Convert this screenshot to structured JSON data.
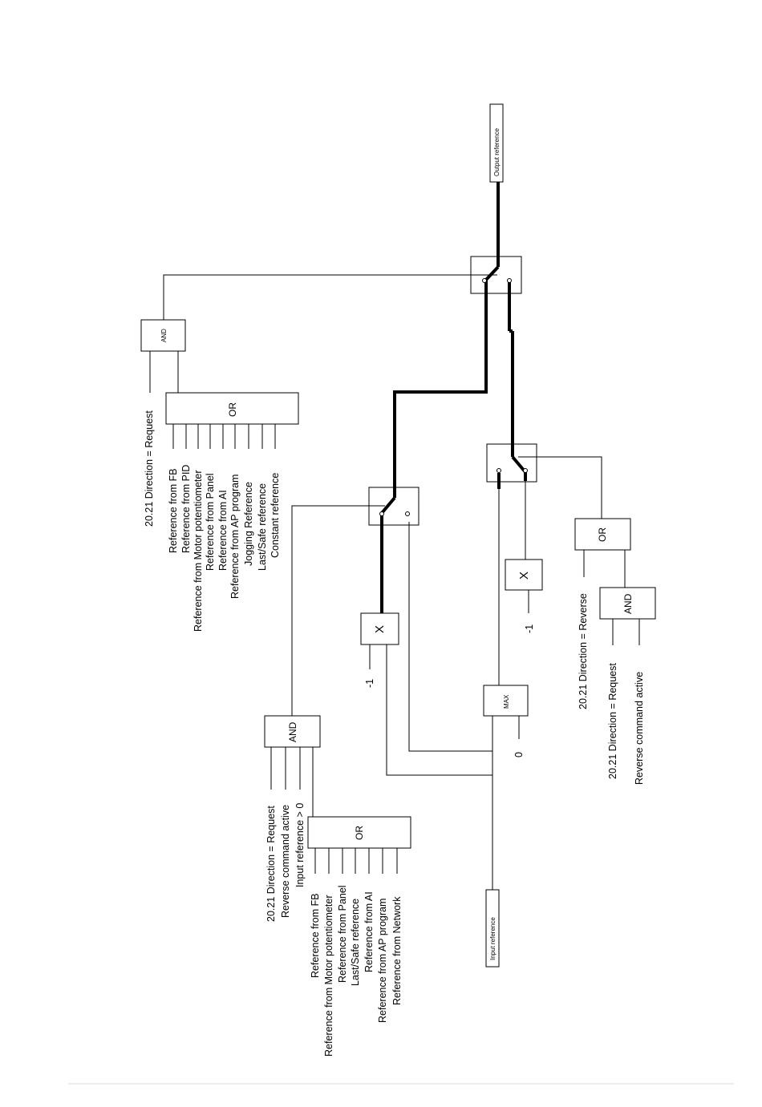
{
  "output_reference": "Output reference",
  "input_reference": "Input reference",
  "top": {
    "and": "AND",
    "or": "OR",
    "direction_request": "20.21 Direction = Request",
    "or_inputs": [
      "Reference from FB",
      "Reference from PID",
      "Reference from Motor potentiometer",
      "Reference from Panel",
      "Reference from AI",
      "Reference from AP program",
      "Jogging Reference",
      "Last/Safe reference",
      "Constant reference"
    ]
  },
  "bottom": {
    "and": "AND",
    "or": "OR",
    "and_inputs": [
      "20.21 Direction = Request",
      "Reverse command active",
      "Input reference > 0"
    ],
    "or_inputs": [
      "Reference from FB",
      "Reference from Motor potentiometer",
      "Reference from Panel",
      "Last/Safe reference",
      "Reference from AI",
      "Reference from AP program",
      "Reference from Network"
    ]
  },
  "multiply1": {
    "label": "X",
    "constant": "-1"
  },
  "multiply2": {
    "label": "X",
    "constant": "-1"
  },
  "max": {
    "label": "MAX",
    "constant": "0"
  },
  "right": {
    "or": "OR",
    "and": "AND",
    "direction_reverse": "20.21 Direction = Reverse",
    "direction_request": "20.21 Direction = Request",
    "reverse_active": "Reverse command active"
  }
}
